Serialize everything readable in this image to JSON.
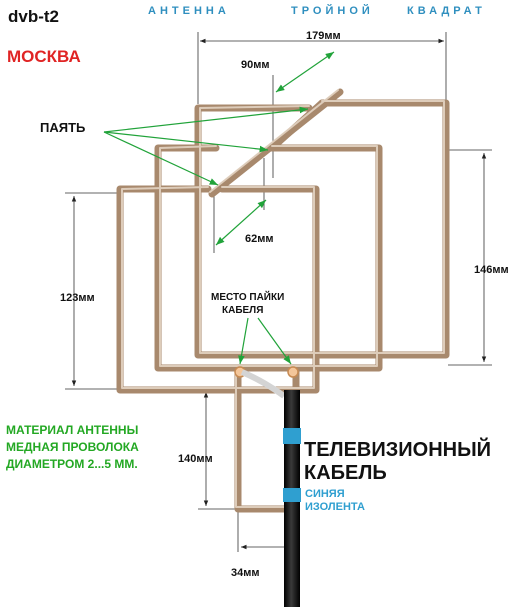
{
  "header": {
    "brand": "dvb-t2",
    "city": "МОСКВА",
    "banner_words": [
      "АНТЕННА",
      "ТРОЙНОЙ",
      "КВАДРАТ"
    ]
  },
  "labels": {
    "solder": "ПАЯТЬ",
    "cable_solder_line1": "МЕСТО ПАЙКИ",
    "cable_solder_line2": "КАБЕЛЯ",
    "tv_cable_line1": "ТЕЛЕВИЗИОННЫЙ",
    "tv_cable_line2": "КАБЕЛЬ",
    "tape_line1": "СИНЯЯ",
    "tape_line2": "ИЗОЛЕНТА",
    "material_line1": "МАТЕРИАЛ АНТЕННЫ",
    "material_line2": "МЕДНАЯ ПРОВОЛОКА",
    "material_line3": "ДИАМЕТРОМ 2...5 ММ."
  },
  "dimensions": {
    "top_width": "179мм",
    "offset": "90мм",
    "inner_offset": "62мм",
    "left_height": "123мм",
    "right_height": "146мм",
    "feed_height": "140мм",
    "feed_width": "34мм"
  },
  "colors": {
    "wire": "#b8997e",
    "wire_highlight": "#e7d8c8",
    "dimension_line": "#333333",
    "green_arrow": "#21a33a",
    "city_red": "#e02424",
    "header_blue": "#2f8fbf",
    "material_green": "#23a823",
    "tape_blue": "#2f9fd0",
    "cable_black": "#0c0c0c"
  }
}
